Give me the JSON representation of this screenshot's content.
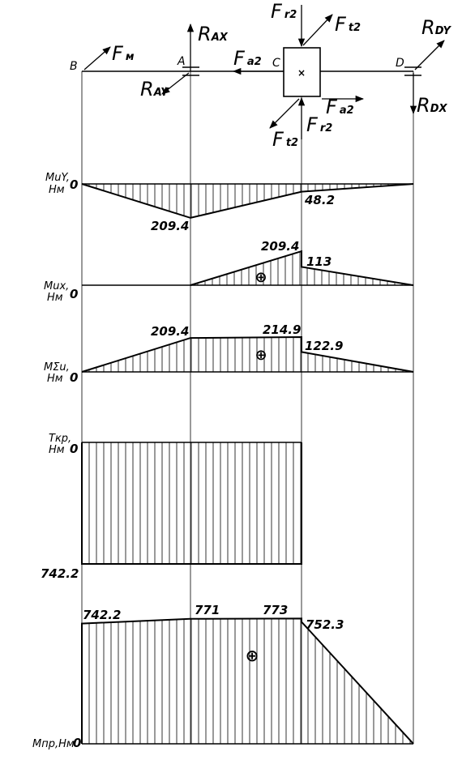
{
  "points": {
    "B": "B",
    "A": "A",
    "C": "C",
    "D": "D"
  },
  "forces": {
    "fm": {
      "main": "F",
      "sub": "м"
    },
    "rax": {
      "main": "R",
      "sub": "AX"
    },
    "ray": {
      "main": "R",
      "sub": "AY"
    },
    "fr2_top": {
      "main": "F",
      "sub": "r2"
    },
    "ft2_top": {
      "main": "F",
      "sub": "t2"
    },
    "fa2_left": {
      "main": "F",
      "sub": "a2"
    },
    "fa2_right": {
      "main": "F",
      "sub": "a2"
    },
    "fr2_bottom": {
      "main": "F",
      "sub": "r2"
    },
    "ft2_bottom": {
      "main": "F",
      "sub": "t2"
    },
    "rdy": {
      "main": "R",
      "sub": "DY"
    },
    "rdx": {
      "main": "R",
      "sub": "DX"
    },
    "gear_mark": "×"
  },
  "diagrams": {
    "muy": {
      "axis_label_1": "MuY,",
      "axis_label_2": "Нм",
      "zero": "0",
      "values": {
        "A": 209.4,
        "C": 48.2
      },
      "labels": {
        "A": "209.4",
        "C": "48.2"
      }
    },
    "mux": {
      "axis_label_1": "Mux,",
      "axis_label_2": "Нм",
      "zero": "0",
      "values": {
        "C_left": 209.4,
        "C_right": 113
      },
      "labels": {
        "C_left": "209.4",
        "C_right": "113"
      },
      "sign": "⊕"
    },
    "msum": {
      "axis_label_1": "MΣu,",
      "axis_label_2": "Нм",
      "zero": "0",
      "values": {
        "A": 209.4,
        "C_left": 214.9,
        "C_right": 122.9
      },
      "labels": {
        "A": "209.4",
        "C_left": "214.9",
        "C_right": "122.9"
      },
      "sign": "⊕"
    },
    "tkr": {
      "axis_label_1": "Tкр,",
      "axis_label_2": "Нм",
      "zero": "0",
      "value": 742.2,
      "label": "742.2"
    },
    "mpr": {
      "axis_label": "Mпр,Нм",
      "zero": "0",
      "values": {
        "B": 742.2,
        "A": 771,
        "C": 773,
        "C_right": 752.3,
        "D": 0
      },
      "labels": {
        "B": "742.2",
        "A": "771",
        "C": "773",
        "C_right": "752.3"
      },
      "sign": "⊕"
    }
  }
}
